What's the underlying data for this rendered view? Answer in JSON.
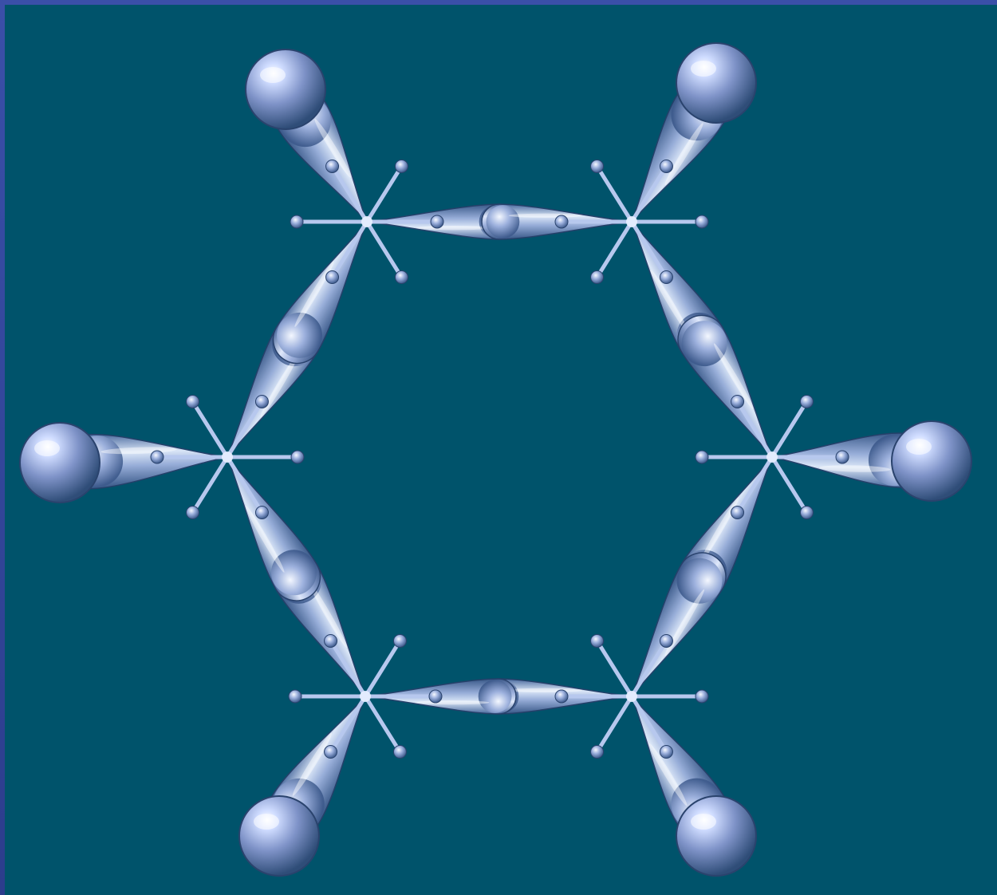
{
  "diagram": {
    "kind": "molecular-orbital-model",
    "ring_atoms": 6,
    "substituent_atoms": 6,
    "colors": {
      "frame": "#2d3f8e",
      "background": "#00536b",
      "orbital_light": "#dbe6ff",
      "orbital_mid": "#8ea3d6",
      "orbital_dark": "#3e5a8f"
    }
  }
}
